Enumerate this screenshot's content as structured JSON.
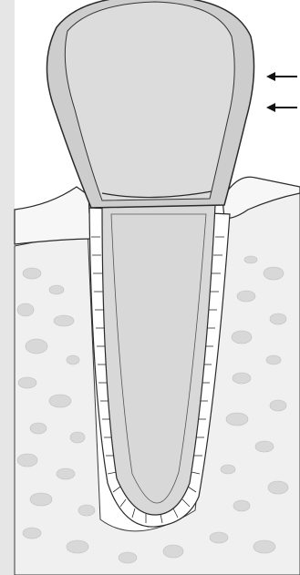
{
  "diagram": {
    "type": "dental-cross-section",
    "labels": [],
    "arrows": [
      {
        "icon": "arrow-left-icon",
        "direction": "left"
      },
      {
        "icon": "arrow-left-icon",
        "direction": "left"
      }
    ],
    "colors": {
      "background": "#ffffff",
      "left_strip": "#e6e6e6",
      "bone": "#f0f0f0",
      "bone_pores": "#d6d6d6",
      "gingiva": "#f7f7f7",
      "enamel": "#cdcdcd",
      "crown": "#dcdcdc",
      "root": "#d8d8d8",
      "pdl": "#ffffff",
      "outline": "#2a2a2a"
    }
  }
}
